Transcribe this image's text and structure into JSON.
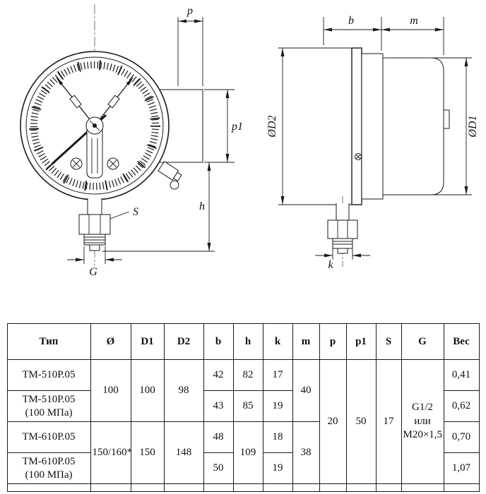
{
  "drawing": {
    "front": {
      "p": "p",
      "p1": "p1",
      "h": "h",
      "s": "S",
      "g": "G"
    },
    "side": {
      "b": "b",
      "m": "m",
      "k": "k",
      "d2": "ØD2",
      "d1": "ØD1"
    }
  },
  "table": {
    "headers": [
      "Тип",
      "Ø",
      "D1",
      "D2",
      "b",
      "h",
      "k",
      "m",
      "p",
      "p1",
      "S",
      "G",
      "Вес"
    ],
    "rows": [
      {
        "type": "ТМ-510Р.05",
        "o": "100",
        "d1": "100",
        "d2": "98",
        "b": "42",
        "h": "82",
        "k": "17",
        "m": "40",
        "p": "20",
        "p1": "50",
        "s": "17",
        "g": "G1/2\nили\nМ20×1,5",
        "ves": "0,41"
      },
      {
        "type": "ТМ-510Р.05\n(100 МПа)",
        "b": "43",
        "h": "85",
        "k": "19",
        "ves": "0,62"
      },
      {
        "type": "ТМ-610Р.05",
        "o": "150/160*",
        "d1": "150",
        "d2": "148",
        "b": "48",
        "h": "109",
        "k": "18",
        "m": "38",
        "ves": "0,70"
      },
      {
        "type": "ТМ-610Р.05\n(100 МПа)",
        "b": "50",
        "k": "19",
        "ves": "1,07"
      }
    ]
  }
}
